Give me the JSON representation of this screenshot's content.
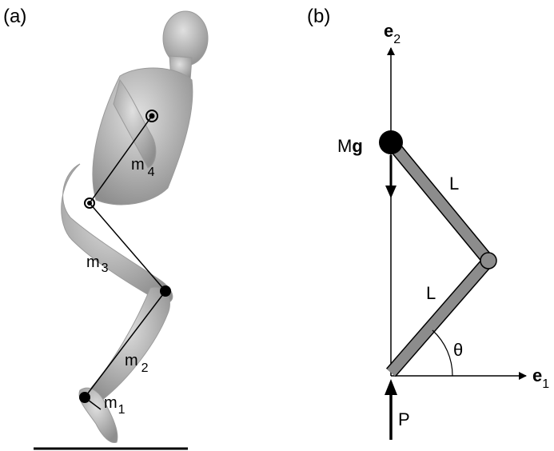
{
  "panel_a": {
    "label": "(a)",
    "masses": [
      "m",
      "m",
      "m",
      "m"
    ],
    "mass_subscripts": [
      "1",
      "2",
      "3",
      "4"
    ]
  },
  "panel_b": {
    "label": "(b)",
    "force_weight_prefix": "M",
    "force_weight_bold": "g",
    "force_ground": "P",
    "upper_link_length": "L",
    "lower_link_length": "L",
    "angle": "θ",
    "axis_vertical": "e",
    "axis_vertical_sub": "2",
    "axis_horizontal": "e",
    "axis_horizontal_sub": "1"
  },
  "colors": {
    "link_fill": "#8c8c8c",
    "body_shade": "#b5b5b5",
    "ink": "#000000"
  }
}
